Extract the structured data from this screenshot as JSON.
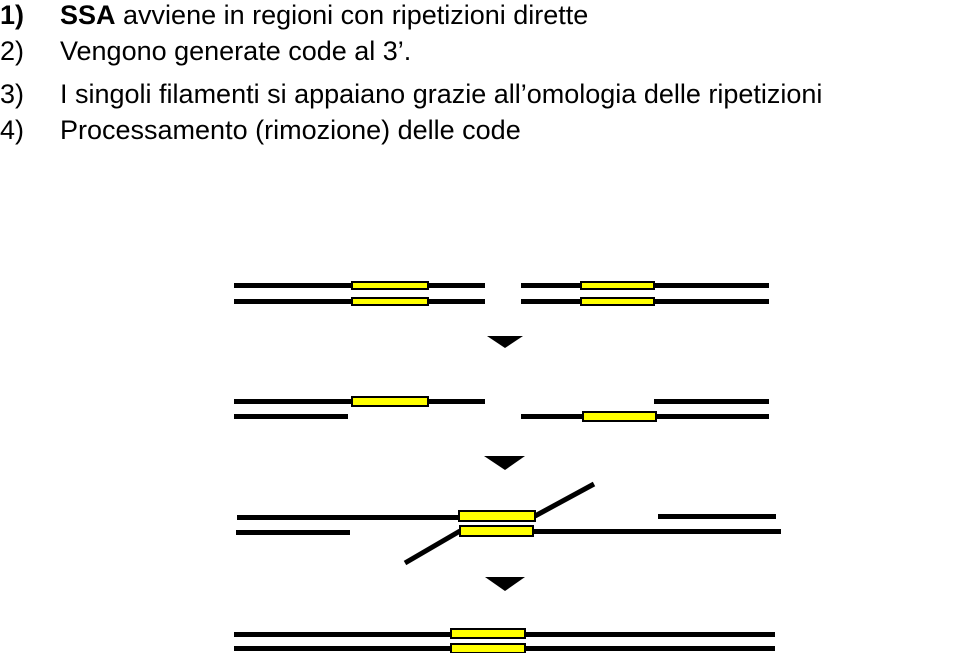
{
  "steps": [
    {
      "number": "1)",
      "bold_text": "SSA",
      "text": " avviene in regioni con ripetizioni dirette"
    },
    {
      "number": "2)",
      "text": "Vengono generate code al 3’."
    },
    {
      "number": "3)",
      "text": "I singoli filamenti si appaiano grazie all’omologia delle ripetizioni"
    },
    {
      "number": "4)",
      "text": "Processamento (rimozione) delle code"
    }
  ],
  "diagram": {
    "strand_color": "#000000",
    "repeat_color": "#ffff00",
    "arrow_color": "#000000",
    "stages": [
      "double-strand-break",
      "3-prime-tails-generated",
      "annealing-of-repeats",
      "tails-removed"
    ]
  }
}
